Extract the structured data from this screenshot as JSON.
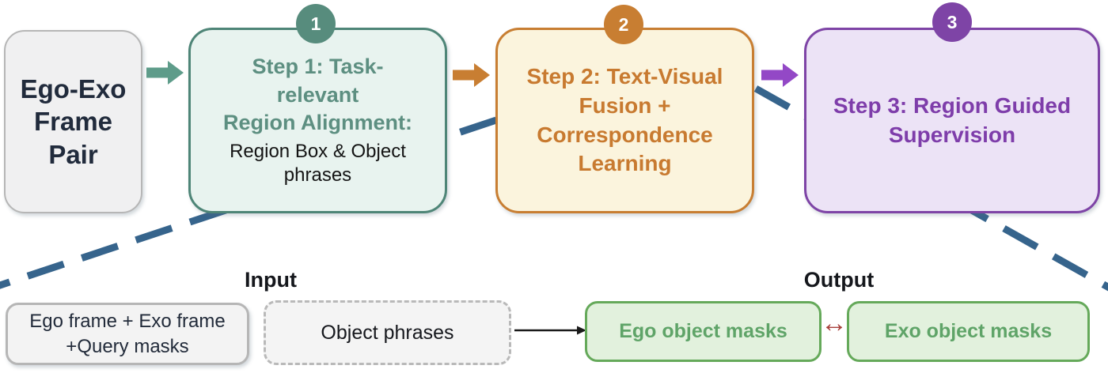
{
  "colors": {
    "teal_border": "#4e8577",
    "teal_fill": "#e8f3ef",
    "teal_title": "#5d8f81",
    "teal_badge": "#578c7d",
    "teal_arrow": "#5e9c8a",
    "orange_accent": "#c87e32",
    "orange_fill": "#fbf4dd",
    "purple_accent": "#7e44a6",
    "purple_fill": "#ece3f6",
    "purple_arrow": "#9348c6",
    "navy_dashed_line": "#36648c",
    "green_border": "#65a95a",
    "green_fill": "#e2f1dd",
    "green_text": "#5fa468",
    "gray_fill": "#f0f0f1",
    "gray_border": "#b6b6b6",
    "dark_text": "#212b3c",
    "red_bidirectional_arrow": "#a7403b"
  },
  "pipeline": {
    "source": {
      "lines": [
        "Ego-Exo",
        "Frame",
        "Pair"
      ]
    },
    "steps": [
      {
        "badge": "1",
        "title_lines": [
          "Step 1: Task-",
          "relevant",
          "Region Alignment:"
        ],
        "subtitle_lines": [
          "Region Box & Object",
          "phrases"
        ]
      },
      {
        "badge": "2",
        "title_lines": [
          "Step 2: Text-Visual",
          "Fusion +",
          "Correspondence",
          "Learning"
        ]
      },
      {
        "badge": "3",
        "title_lines": [
          "Step 3: Region Guided",
          "Supervision"
        ]
      }
    ]
  },
  "detail": {
    "input_label": "Input",
    "output_label": "Output",
    "input_boxes": [
      {
        "lines": [
          "Ego frame + Exo frame",
          "+Query masks"
        ]
      },
      {
        "lines": [
          "Object phrases"
        ]
      }
    ],
    "output_boxes": [
      {
        "lines": [
          "Ego object masks"
        ]
      },
      {
        "lines": [
          "Exo object masks"
        ]
      }
    ],
    "bidirectional_arrow_symbol": "↔"
  }
}
